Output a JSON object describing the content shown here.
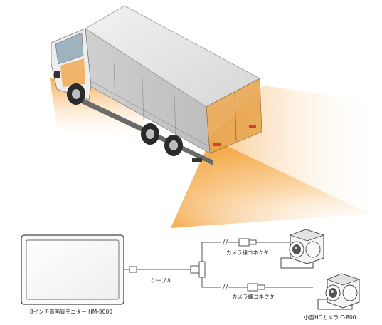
{
  "labels": {
    "monitor": "8インチ高画質モニター HM-8000",
    "cable": "ケーブル",
    "connector_top": "カメラ線コネクタ",
    "connector_bottom": "カメラ線コネクタ",
    "camera": "小型HDカメラ C-800"
  },
  "colors": {
    "beam": "#f7a23a",
    "truck_body": "#d9d9d9",
    "outline": "#555555"
  }
}
